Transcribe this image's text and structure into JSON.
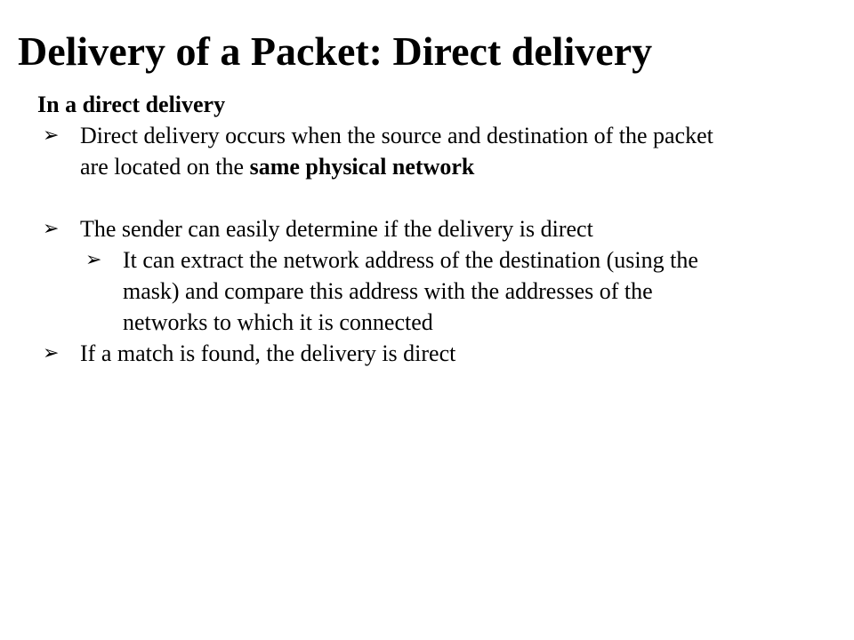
{
  "slide": {
    "title": "Delivery of a Packet: Direct delivery",
    "lead": "In a direct delivery",
    "bullet_icon": "right-arrowhead-icon",
    "bullets": [
      {
        "text_before": "Direct delivery occurs when the source and destination of the packet are located on the ",
        "text_bold": "same physical network"
      },
      {
        "text": "The sender can easily determine if the delivery is direct"
      },
      {
        "text": "It can extract the network address of the destination (using the mask) and compare this address with the addresses of the networks to which it is connected"
      },
      {
        "text": "If a match is found, the delivery is direct"
      }
    ]
  }
}
